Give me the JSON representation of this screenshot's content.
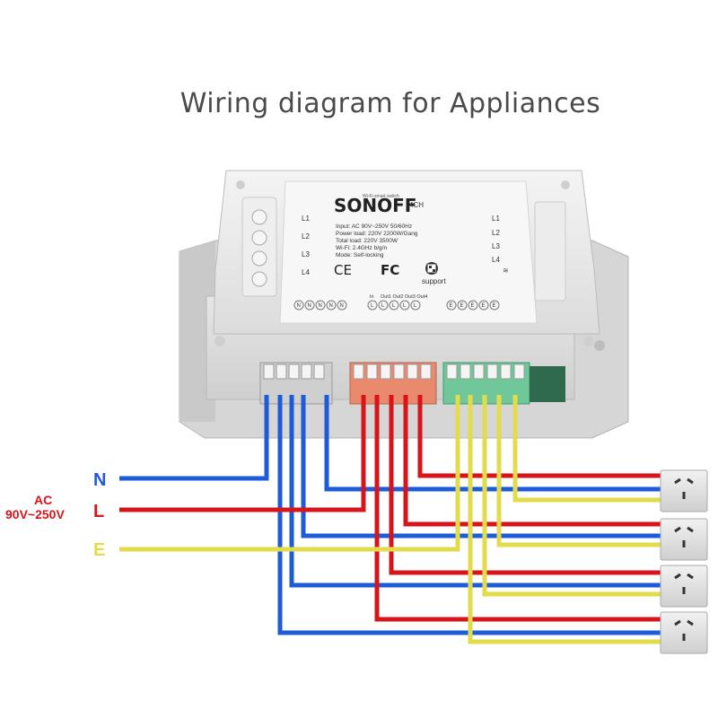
{
  "title": "Wiring diagram for Appliances",
  "colors": {
    "neutral": "#1e5bd8",
    "live": "#d7141a",
    "earth": "#e2dc4a"
  },
  "device": {
    "brand": "SONOFF",
    "model": "4CH",
    "subtitle": "Wi-Fi smart switch",
    "specs": [
      "Input: AC 90V~250V 50/60Hz",
      "Power load: 220V 2200W/Gang",
      "Total load: 220V 3500W",
      "Wi-Fi: 2.4GHz b/g/n",
      "Mode: Self-locking"
    ],
    "left_leds": [
      "L1",
      "L2",
      "L3",
      "L4"
    ],
    "right_leds": [
      "L1",
      "L2",
      "L3",
      "L4"
    ],
    "cert_ce": "CE",
    "cert_fc": "FC",
    "support": "support",
    "terminal_labels": {
      "n_group": [
        "N",
        "N",
        "N",
        "N",
        "N"
      ],
      "in_label": "In",
      "out_labels": "Out1 Out2 Out3 Out4",
      "l_group": [
        "L",
        "L",
        "L",
        "L",
        "L"
      ],
      "e_group": [
        "E",
        "E",
        "E",
        "E",
        "E"
      ]
    }
  },
  "wire_labels": {
    "n": "N",
    "l": "L",
    "e": "E"
  },
  "ac_label": "AC",
  "voltage_label": "90V~250V"
}
